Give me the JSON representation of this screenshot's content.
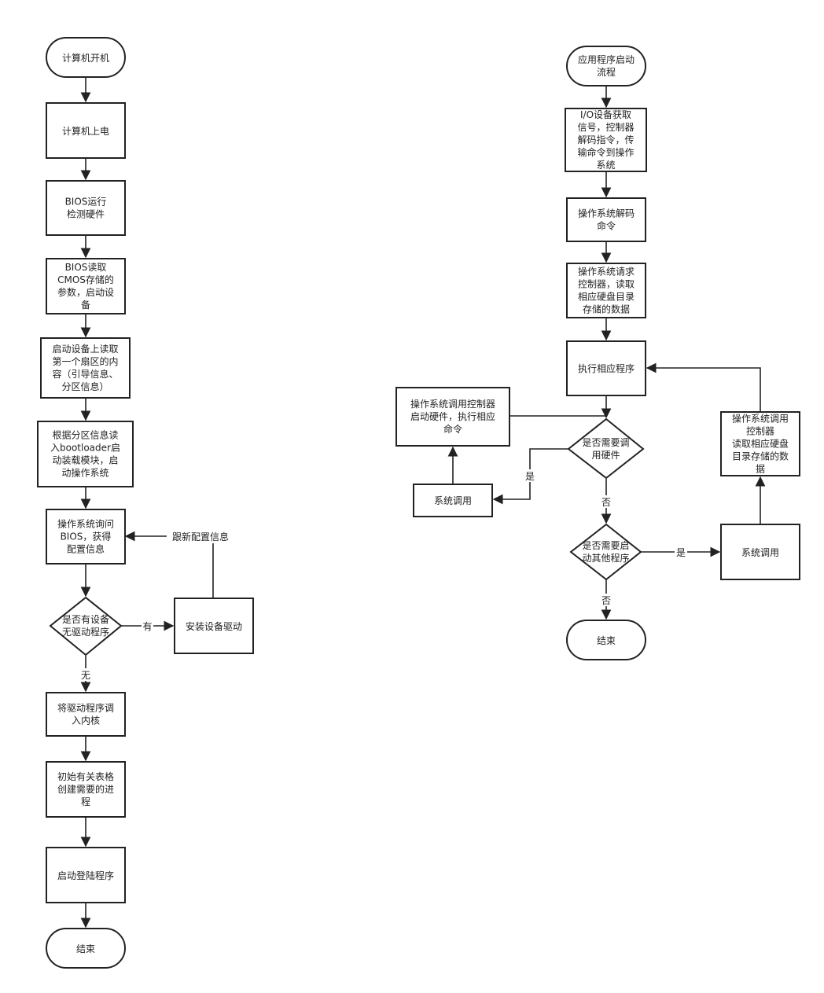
{
  "boot_flow": {
    "start": "计算机开机",
    "power_on": "计算机上电",
    "bios_check": [
      "BIOS运行",
      "检测硬件"
    ],
    "bios_cmos": [
      "BIOS读取",
      "CMOS存储的",
      "参数，启动设",
      "备"
    ],
    "read_sector": [
      "启动设备上读取",
      "第一个扇区的内",
      "容（引导信息、",
      "分区信息）"
    ],
    "bootloader": [
      "根据分区信息读",
      "入bootloader启",
      "动装载模块，启",
      "动操作系统"
    ],
    "os_query": [
      "操作系统询问",
      "BIOS，获得",
      "配置信息"
    ],
    "decision_driver": [
      "是否有设备",
      "无驱动程序"
    ],
    "install_driver": "安装设备驱动",
    "update_config_label": "跟新配置信息",
    "yes_label": "有",
    "no_label": "无",
    "load_driver": [
      "将驱动程序调",
      "入内核"
    ],
    "init_tables": [
      "初始有关表格",
      "创建需要的进",
      "程"
    ],
    "login": "启动登陆程序",
    "end": "结束"
  },
  "app_flow": {
    "start": [
      "应用程序启动",
      "流程"
    ],
    "io_signal": [
      "I/O设备获取",
      "信号，控制器",
      "解码指令，传",
      "输命令到操作",
      "系统"
    ],
    "os_decode": [
      "操作系统解码",
      "命令"
    ],
    "os_request": [
      "操作系统请求",
      "控制器，读取",
      "相应硬盘目录",
      "存储的数据"
    ],
    "execute": "执行相应程序",
    "os_call_controller": [
      "操作系统调用控制器",
      "启动硬件，执行相应",
      "命令"
    ],
    "decision_hw": [
      "是否需要调",
      "用硬件"
    ],
    "syscall_left": "系统调用",
    "yes_label_hw": "是",
    "no_label_hw": "否",
    "decision_other": [
      "是否需要启",
      "动其他程序"
    ],
    "yes_label_other": "是",
    "syscall_right": "系统调用",
    "os_call_read": [
      "操作系统调用",
      "控制器",
      "读取相应硬盘",
      "目录存储的数",
      "据"
    ],
    "no_label_other": "否",
    "end": "结束"
  }
}
